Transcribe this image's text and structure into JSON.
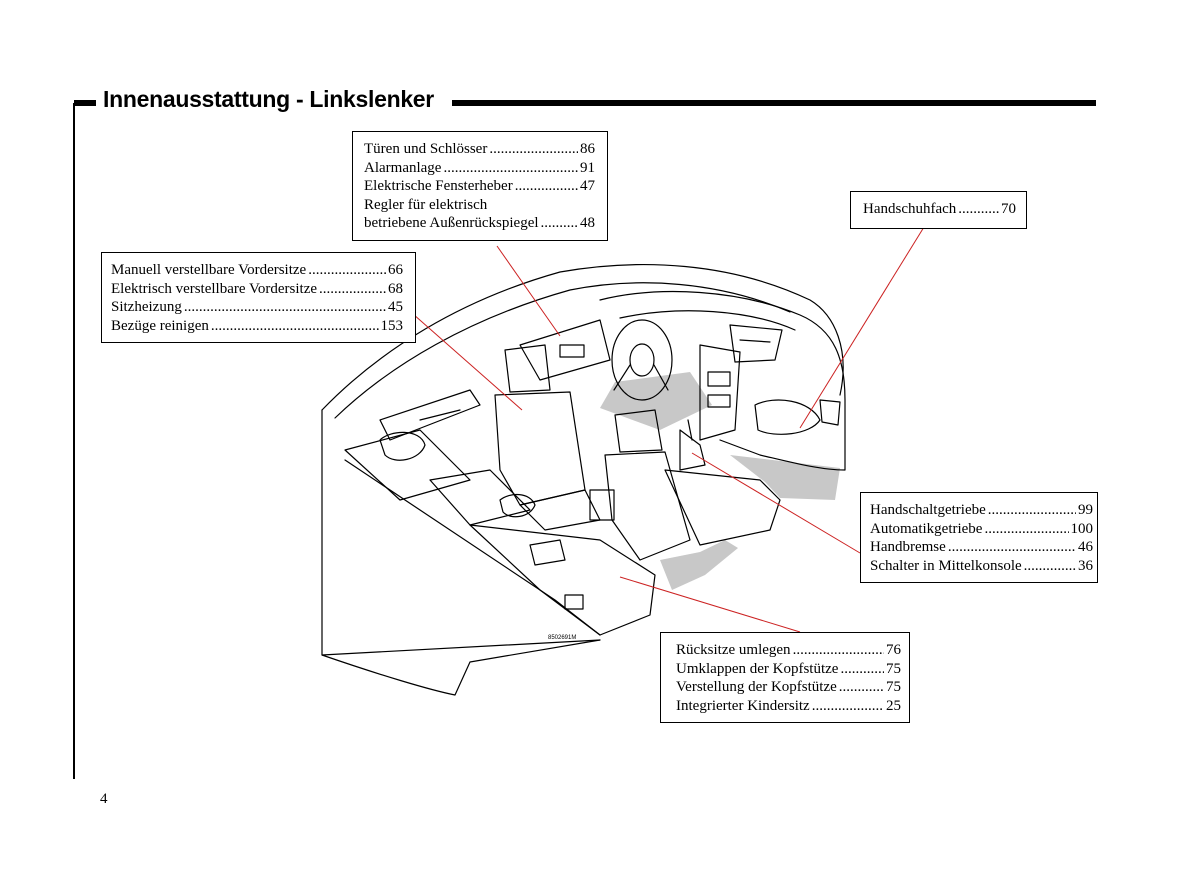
{
  "header": {
    "title": "Innenausstattung - Linkslenker"
  },
  "callouts": {
    "doors": [
      {
        "label": "Türen und Schlösser",
        "page": "86"
      },
      {
        "label": "Alarmanlage",
        "page": "91"
      },
      {
        "label": "Elektrische Fensterheber",
        "page": "47"
      },
      {
        "label": "Regler für elektrisch",
        "page": ""
      },
      {
        "label": "betriebene Außenrückspiegel",
        "page": "48"
      }
    ],
    "seats": [
      {
        "label": "Manuell verstellbare Vordersitze",
        "page": "66"
      },
      {
        "label": "Elektrisch verstellbare Vordersitze",
        "page": "68"
      },
      {
        "label": "Sitzheizung",
        "page": "45"
      },
      {
        "label": "Bezüge reinigen",
        "page": "153"
      }
    ],
    "glovebox": [
      {
        "label": "Handschuhfach",
        "page": "70"
      }
    ],
    "console": [
      {
        "label": "Handschaltgetriebe",
        "page": "99"
      },
      {
        "label": "Automatikgetriebe",
        "page": "100"
      },
      {
        "label": "Handbremse",
        "page": "46"
      },
      {
        "label": "Schalter in Mittelkonsole",
        "page": "36"
      }
    ],
    "rear": [
      {
        "label": "Rücksitze umlegen",
        "page": "76"
      },
      {
        "label": "Umklappen der Kopfstütze",
        "page": "75"
      },
      {
        "label": "Verstellung der Kopfstütze",
        "page": "75"
      },
      {
        "label": "Integrierter Kindersitz",
        "page": "25"
      }
    ]
  },
  "illustration": {
    "code": "8502691M"
  },
  "footer": {
    "page_number": "4"
  },
  "colors": {
    "leader_line": "#cc2222",
    "floor_shade": "#c8c8c8"
  }
}
